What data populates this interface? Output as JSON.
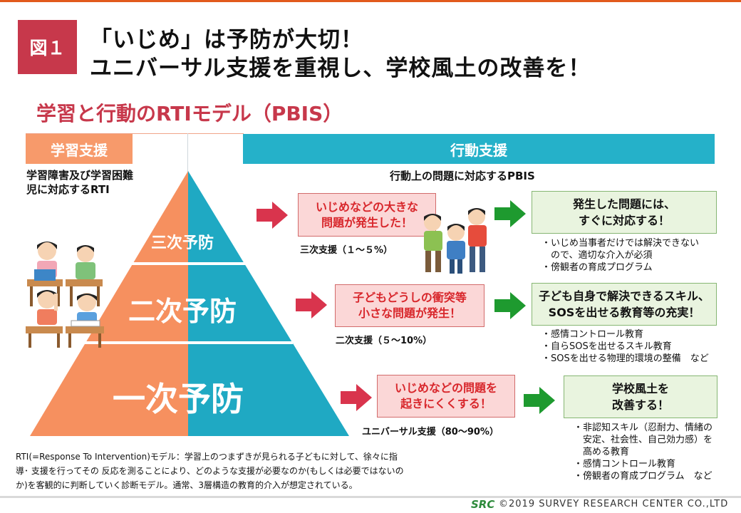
{
  "header": {
    "badge": "図１",
    "title_line1": "「いじめ」は予防が大切！",
    "title_line2": "ユニバーサル支援を重視し、学校風土の改善を！"
  },
  "subtitle": "学習と行動のRTIモデル（PBIS）",
  "columns": {
    "learning": "学習支援",
    "behavior": "行動支援"
  },
  "learning_desc": [
    "学習障害及び学習困難",
    "児に対応するRTI"
  ],
  "behavior_desc": "行動上の問題に対応するPBIS",
  "pyramid": {
    "tertiary": "三次予防",
    "secondary": "二次予防",
    "primary": "一次予防",
    "colors": {
      "left": "#f6905f",
      "right": "#1fa9c3"
    }
  },
  "tiers": [
    {
      "problem": [
        "いじめなどの大きな",
        "問題が発生した！"
      ],
      "support": "三次支援（１～５%）",
      "response": [
        "発生した問題には、",
        "すぐに対応する！"
      ],
      "notes": [
        "・いじめ当事者だけでは解決できない",
        "　ので、適切な介入が必須",
        "・傍観者の育成プログラム"
      ]
    },
    {
      "problem": [
        "子どもどうしの衝突等",
        "小さな問題が発生！"
      ],
      "support": "二次支援（５～10%）",
      "response": [
        "子ども自身で解決できるスキル、",
        "SOSを出せる教育等の充実！"
      ],
      "notes": [
        "・感情コントロール教育",
        "・自らSOSを出せるスキル教育",
        "・SOSを出せる物理的環境の整備　など"
      ]
    },
    {
      "problem": [
        "いじめなどの問題を",
        "起きにくくする！"
      ],
      "support": "ユニバーサル支援（80～90%）",
      "response": [
        "学校風土を",
        "改善する！"
      ],
      "notes": [
        "・非認知スキル（忍耐力、情緒の",
        "　安定、社会性、自己効力感）を",
        "　高める教育",
        "・感情コントロール教育",
        "・傍観者の育成プログラム　など"
      ]
    }
  ],
  "footnote": [
    "RTI(=Response To Intervention)モデル：学習上のつまずきが見られる子どもに対して、徐々に指",
    "導･ 支援を行ってその 反応を測ることにより、どのような支援が必要なのか(もしくは必要ではないの",
    "か)を客観的に判断していく診断モデル。通常、3層構造の教育的介入が想定されている。"
  ],
  "footer": {
    "logo": "SRC",
    "copyright": "©2019  SURVEY  RESEARCH  CENTER  CO.,LTD"
  },
  "colors": {
    "accent_red": "#c7384b",
    "arrow_red": "#d9344d",
    "arrow_green": "#1e9a2f",
    "teal": "#25b1c9",
    "orange": "#f79a6b"
  }
}
